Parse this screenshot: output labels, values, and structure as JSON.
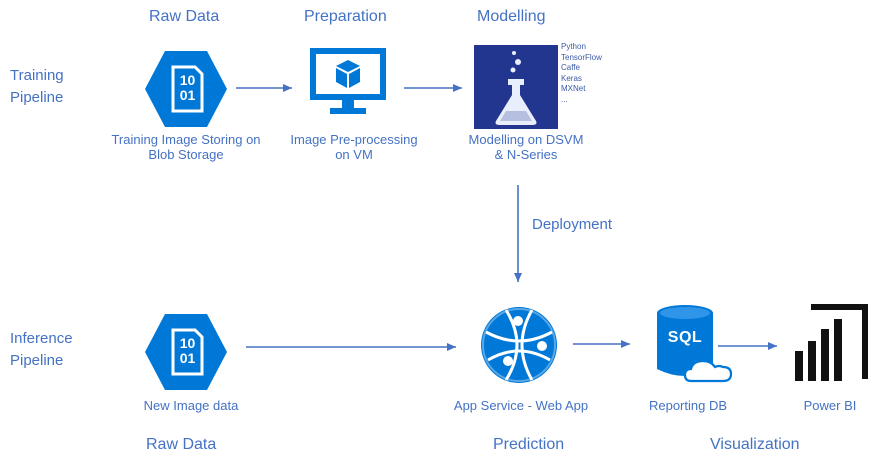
{
  "pipelines": {
    "training": "Training\nPipeline",
    "inference": "Inference\nPipeline"
  },
  "stage_headers": {
    "top": [
      "Raw Data",
      "Preparation",
      "Modelling"
    ],
    "bottom": [
      "Raw Data",
      "Prediction",
      "Visualization"
    ]
  },
  "nodes": {
    "training_raw": {
      "caption": "Training Image Storing on\nBlob Storage",
      "icon": "blob-storage-icon",
      "glyph": "10\n01"
    },
    "preparation": {
      "caption": "Image Pre-processing\non VM",
      "icon": "virtual-machine-icon"
    },
    "modelling": {
      "caption": "Modelling on DSVM\n& N-Series",
      "icon": "data-science-vm-icon",
      "frameworks": [
        "Python",
        "TensorFlow",
        "Caffe",
        "Keras",
        "MXNet",
        "..."
      ]
    },
    "inference_raw": {
      "caption": "New Image data",
      "icon": "blob-storage-icon",
      "glyph": "10\n01"
    },
    "web_app": {
      "caption": "App Service - Web App",
      "icon": "app-service-icon"
    },
    "reporting_db": {
      "caption": "Reporting DB",
      "icon": "sql-database-icon",
      "glyph": "SQL"
    },
    "power_bi": {
      "caption": "Power BI",
      "icon": "power-bi-icon"
    }
  },
  "edges": {
    "deployment_label": "Deployment"
  },
  "colors": {
    "accent": "#4472c4",
    "azure_blue": "#0078d7",
    "dsvm_navy": "#22358f",
    "arrow": "#4472c4"
  }
}
